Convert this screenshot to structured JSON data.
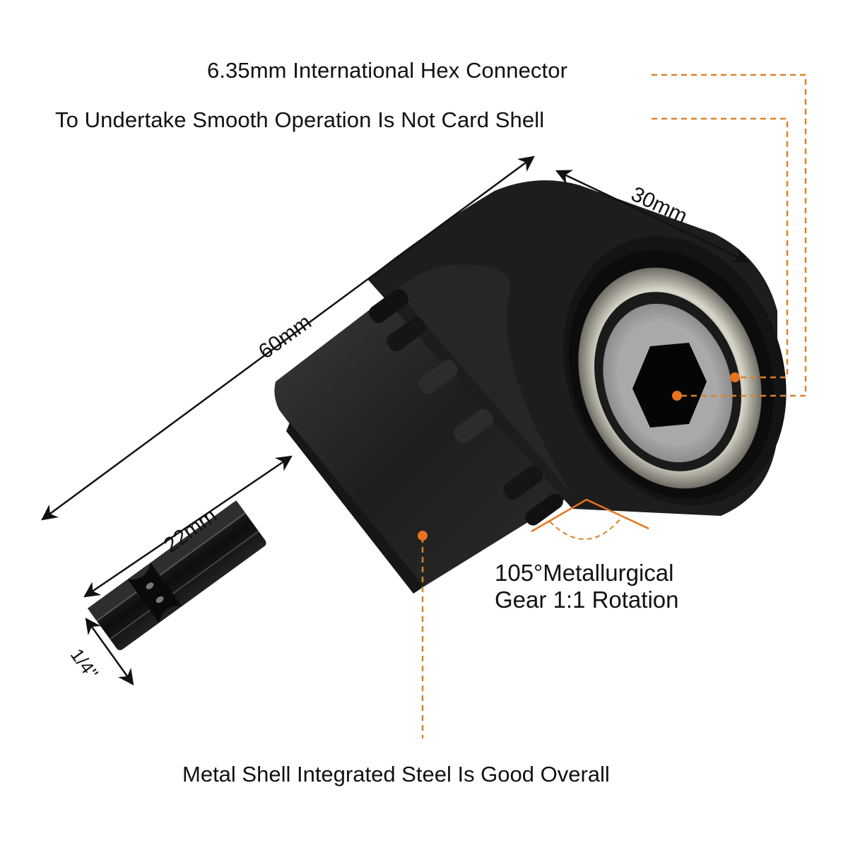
{
  "callouts": {
    "hex_connector": "6.35mm International Hex Connector",
    "smooth_operation": "To Undertake Smooth Operation Is Not Card Shell",
    "gear_line1": "105°Metallurgical",
    "gear_line2": "Gear 1:1 Rotation",
    "metal_shell": "Metal Shell Integrated Steel Is Good Overall"
  },
  "dimensions": {
    "overall_length": "60mm",
    "head_width": "30mm",
    "shank_length": "22mm",
    "shank_hex": "1/4''"
  },
  "colors": {
    "accent": "#E8731F",
    "callout_line": "#D9822B",
    "body": "#1c1c1c",
    "text": "#111111",
    "background": "#FFFFFF"
  }
}
